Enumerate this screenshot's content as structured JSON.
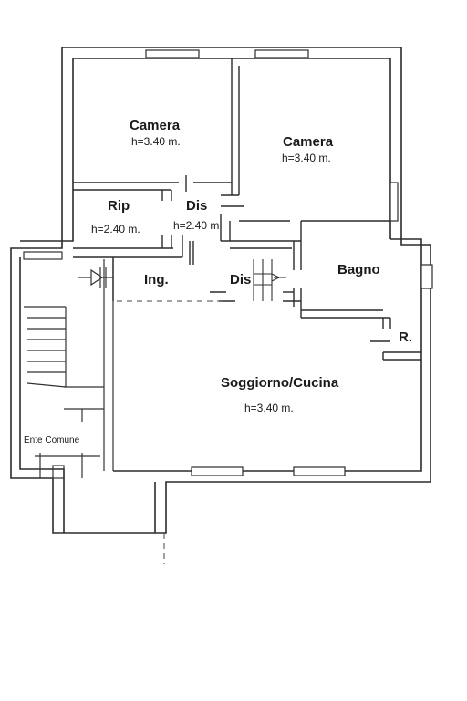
{
  "rooms": {
    "camera_left": {
      "name": "Camera",
      "height": "h=3.40 m."
    },
    "camera_right": {
      "name": "Camera",
      "height": "h=3.40 m."
    },
    "rip": {
      "name": "Rip",
      "height": "h=2.40 m."
    },
    "dis_upper": {
      "name": "Dis",
      "height": "h=2.40 m"
    },
    "ing": {
      "name": "Ing."
    },
    "dis_lower": {
      "name": "Dis"
    },
    "bagno": {
      "name": "Bagno"
    },
    "r": {
      "name": "R."
    },
    "soggiorno": {
      "name": "Soggiorno/Cucina",
      "height": "h=3.40 m."
    },
    "ente_comune": {
      "name": "Ente Comune"
    }
  },
  "colors": {
    "wall": "#2b2b2b",
    "line": "#333333"
  }
}
